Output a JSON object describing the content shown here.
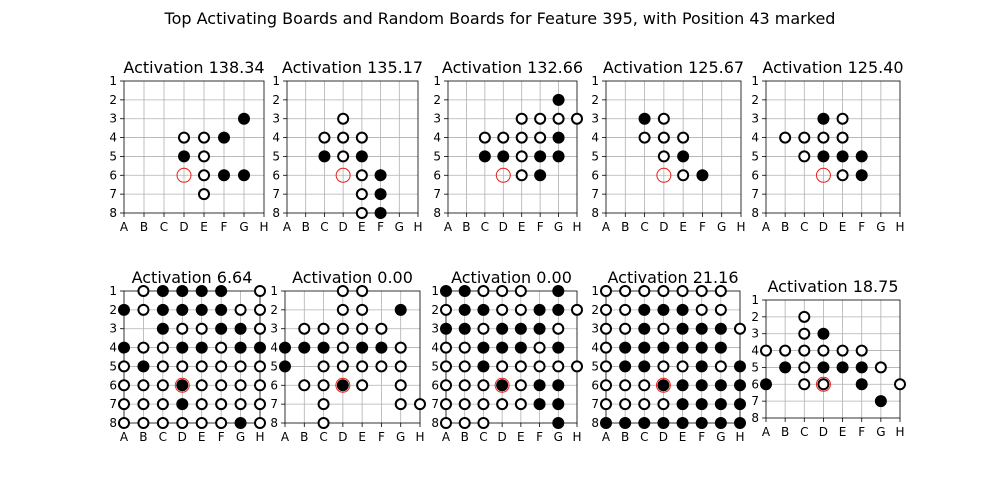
{
  "figure": {
    "title": "Top Activating Boards and Random Boards for Feature 395, with Position 43 marked"
  },
  "chart_data": [
    {
      "type": "scatter",
      "title": "Activation 138.34",
      "x_ticks": [
        "A",
        "B",
        "C",
        "D",
        "E",
        "F",
        "G",
        "H"
      ],
      "y_ticks": [
        "1",
        "2",
        "3",
        "4",
        "5",
        "6",
        "7",
        "8"
      ],
      "xlim": [
        "A",
        "H"
      ],
      "ylim": [
        "8",
        "1"
      ],
      "grid": true,
      "black": [
        "G3",
        "F4",
        "D5",
        "F6",
        "G6"
      ],
      "white": [
        "D4",
        "E4",
        "E5",
        "E6",
        "E7"
      ],
      "marked": "D6"
    },
    {
      "type": "scatter",
      "title": "Activation 135.17",
      "x_ticks": [
        "A",
        "B",
        "C",
        "D",
        "E",
        "F",
        "G",
        "H"
      ],
      "y_ticks": [
        "1",
        "2",
        "3",
        "4",
        "5",
        "6",
        "7",
        "8"
      ],
      "xlim": [
        "A",
        "H"
      ],
      "ylim": [
        "8",
        "1"
      ],
      "grid": true,
      "black": [
        "C5",
        "E5",
        "F6",
        "F7",
        "F8"
      ],
      "white": [
        "D3",
        "C4",
        "D4",
        "E4",
        "D5",
        "E6",
        "E7",
        "E8"
      ],
      "marked": "D6"
    },
    {
      "type": "scatter",
      "title": "Activation 132.66",
      "x_ticks": [
        "A",
        "B",
        "C",
        "D",
        "E",
        "F",
        "G",
        "H"
      ],
      "y_ticks": [
        "1",
        "2",
        "3",
        "4",
        "5",
        "6",
        "7",
        "8"
      ],
      "xlim": [
        "A",
        "H"
      ],
      "ylim": [
        "8",
        "1"
      ],
      "grid": true,
      "black": [
        "G2",
        "G4",
        "C5",
        "D5",
        "F5",
        "G5",
        "F6"
      ],
      "white": [
        "E3",
        "F3",
        "G3",
        "H3",
        "C4",
        "D4",
        "E4",
        "F4",
        "E5",
        "E6"
      ],
      "marked": "D6"
    },
    {
      "type": "scatter",
      "title": "Activation 125.67",
      "x_ticks": [
        "A",
        "B",
        "C",
        "D",
        "E",
        "F",
        "G",
        "H"
      ],
      "y_ticks": [
        "1",
        "2",
        "3",
        "4",
        "5",
        "6",
        "7",
        "8"
      ],
      "xlim": [
        "A",
        "H"
      ],
      "ylim": [
        "8",
        "1"
      ],
      "grid": true,
      "black": [
        "C3",
        "E5",
        "F6"
      ],
      "white": [
        "D3",
        "C4",
        "D4",
        "E4",
        "D5",
        "E6"
      ],
      "marked": "D6"
    },
    {
      "type": "scatter",
      "title": "Activation 125.40",
      "x_ticks": [
        "A",
        "B",
        "C",
        "D",
        "E",
        "F",
        "G",
        "H"
      ],
      "y_ticks": [
        "1",
        "2",
        "3",
        "4",
        "5",
        "6",
        "7",
        "8"
      ],
      "xlim": [
        "A",
        "H"
      ],
      "ylim": [
        "8",
        "1"
      ],
      "grid": true,
      "black": [
        "D3",
        "D5",
        "E5",
        "F5",
        "F6"
      ],
      "white": [
        "E3",
        "B4",
        "C4",
        "D4",
        "E4",
        "C5",
        "E6"
      ],
      "marked": "D6"
    },
    {
      "type": "scatter",
      "title": "Activation 6.64",
      "x_ticks": [
        "A",
        "B",
        "C",
        "D",
        "E",
        "F",
        "G",
        "H"
      ],
      "y_ticks": [
        "1",
        "2",
        "3",
        "4",
        "5",
        "6",
        "7",
        "8"
      ],
      "xlim": [
        "A",
        "H"
      ],
      "ylim": [
        "8",
        "1"
      ],
      "grid": true,
      "black": [
        "C1",
        "D1",
        "E1",
        "F1",
        "A2",
        "C2",
        "D2",
        "E2",
        "F2",
        "C3",
        "F3",
        "G3",
        "A4",
        "D4",
        "E4",
        "G4",
        "H4",
        "B5",
        "D6",
        "D7",
        "G8"
      ],
      "white": [
        "B1",
        "H1",
        "B2",
        "G2",
        "H2",
        "D3",
        "E3",
        "H3",
        "B4",
        "C4",
        "F4",
        "A5",
        "C5",
        "D5",
        "E5",
        "F5",
        "G5",
        "H5",
        "A6",
        "B6",
        "C6",
        "E6",
        "F6",
        "G6",
        "H6",
        "A7",
        "B7",
        "C7",
        "E7",
        "F7",
        "G7",
        "H7",
        "A8",
        "B8",
        "C8",
        "D8",
        "E8",
        "F8",
        "H8"
      ],
      "marked": "D6"
    },
    {
      "type": "scatter",
      "title": "Activation 0.00",
      "x_ticks": [
        "A",
        "B",
        "C",
        "D",
        "E",
        "F",
        "G",
        "H"
      ],
      "y_ticks": [
        "1",
        "2",
        "3",
        "4",
        "5",
        "6",
        "7",
        "8"
      ],
      "xlim": [
        "A",
        "H"
      ],
      "ylim": [
        "8",
        "1"
      ],
      "grid": true,
      "black": [
        "G2",
        "A4",
        "B4",
        "C4",
        "E4",
        "F4",
        "A5",
        "D6"
      ],
      "white": [
        "D1",
        "E1",
        "D2",
        "E2",
        "B3",
        "C3",
        "D3",
        "E3",
        "F3",
        "D4",
        "G4",
        "C5",
        "D5",
        "E5",
        "F5",
        "G5",
        "B6",
        "C6",
        "E6",
        "G6",
        "C7",
        "G7",
        "H7",
        "C8"
      ],
      "marked": "D6"
    },
    {
      "type": "scatter",
      "title": "Activation 0.00",
      "x_ticks": [
        "A",
        "B",
        "C",
        "D",
        "E",
        "F",
        "G",
        "H"
      ],
      "y_ticks": [
        "1",
        "2",
        "3",
        "4",
        "5",
        "6",
        "7",
        "8"
      ],
      "xlim": [
        "A",
        "H"
      ],
      "ylim": [
        "8",
        "1"
      ],
      "grid": true,
      "black": [
        "A1",
        "B1",
        "G1",
        "B2",
        "C2",
        "F2",
        "G2",
        "A3",
        "B3",
        "D3",
        "E3",
        "F3",
        "C4",
        "D4",
        "E4",
        "G4",
        "C5",
        "D6",
        "F6",
        "G6",
        "F7",
        "G7",
        "G8"
      ],
      "white": [
        "C1",
        "D1",
        "E1",
        "A2",
        "D2",
        "E2",
        "H2",
        "C3",
        "G3",
        "A4",
        "B4",
        "F4",
        "A5",
        "B5",
        "D5",
        "E5",
        "F5",
        "G5",
        "H5",
        "A6",
        "B6",
        "C6",
        "E6",
        "A7",
        "B7",
        "C7",
        "D7",
        "E7",
        "A8",
        "B8",
        "C8"
      ],
      "marked": "D6"
    },
    {
      "type": "scatter",
      "title": "Activation 21.16",
      "x_ticks": [
        "A",
        "B",
        "C",
        "D",
        "E",
        "F",
        "G",
        "H"
      ],
      "y_ticks": [
        "1",
        "2",
        "3",
        "4",
        "5",
        "6",
        "7",
        "8"
      ],
      "xlim": [
        "A",
        "H"
      ],
      "ylim": [
        "8",
        "1"
      ],
      "grid": true,
      "black": [
        "C2",
        "D2",
        "E2",
        "C3",
        "E3",
        "F3",
        "G3",
        "B4",
        "C4",
        "D4",
        "E4",
        "F4",
        "G4",
        "B5",
        "C5",
        "F5",
        "H5",
        "D6",
        "E6",
        "F6",
        "G6",
        "H6",
        "E7",
        "F7",
        "G7",
        "H7",
        "A8",
        "B8",
        "C8",
        "D8",
        "E8",
        "F8",
        "G8",
        "H8"
      ],
      "white": [
        "A1",
        "B1",
        "C1",
        "D1",
        "E1",
        "F1",
        "G1",
        "A2",
        "B2",
        "F2",
        "G2",
        "A3",
        "B3",
        "D3",
        "H3",
        "A4",
        "A5",
        "D5",
        "E5",
        "G5",
        "A6",
        "B6",
        "C6",
        "A7",
        "B7",
        "C7",
        "D7"
      ],
      "marked": "D6"
    },
    {
      "type": "scatter",
      "title": "Activation 18.75",
      "x_ticks": [
        "A",
        "B",
        "C",
        "D",
        "E",
        "F",
        "G",
        "H"
      ],
      "y_ticks": [
        "1",
        "2",
        "3",
        "4",
        "5",
        "6",
        "7",
        "8"
      ],
      "xlim": [
        "A",
        "H"
      ],
      "ylim": [
        "8",
        "1"
      ],
      "grid": true,
      "black": [
        "D3",
        "B5",
        "D5",
        "E5",
        "F5",
        "A6",
        "F6",
        "G7"
      ],
      "white": [
        "C2",
        "C3",
        "A4",
        "B4",
        "C4",
        "D4",
        "E4",
        "F4",
        "C5",
        "G5",
        "C6",
        "D6",
        "H6"
      ],
      "marked": "D6"
    }
  ]
}
